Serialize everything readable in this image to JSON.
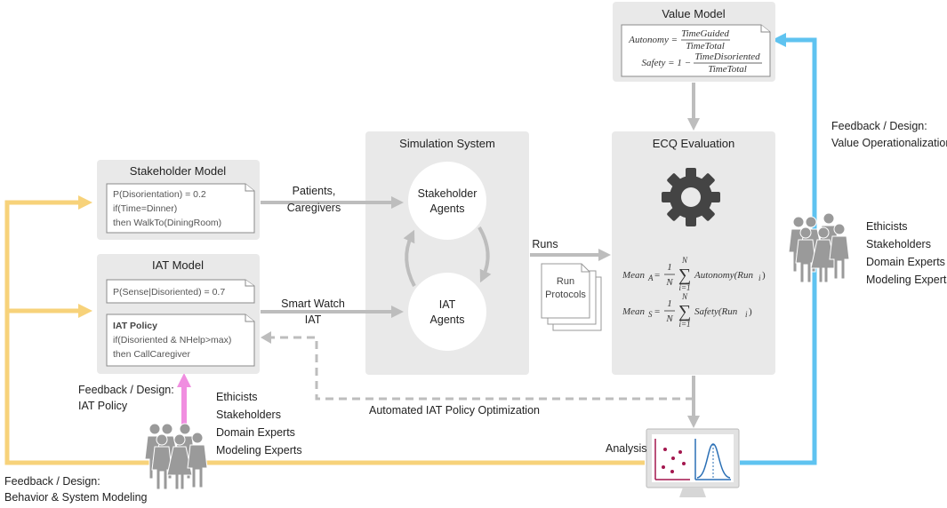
{
  "stakeholder_model": {
    "title": "Stakeholder Model",
    "lines": [
      "P(Disorientation) = 0.2",
      "if(Time=Dinner)",
      "then WalkTo(DiningRoom)"
    ]
  },
  "iat_model": {
    "title": "IAT Model",
    "line1": "P(Sense|Disoriented) = 0.7",
    "policy_title": "IAT Policy",
    "policy_lines": [
      "if(Disoriented & NHelp>max)",
      "then CallCaregiver"
    ]
  },
  "simulation": {
    "title": "Simulation System",
    "agent1": [
      "Stakeholder",
      "Agents"
    ],
    "agent2": [
      "IAT",
      "Agents"
    ]
  },
  "value_model": {
    "title": "Value Model",
    "autonomy_lhs": "Autonomy =",
    "autonomy_num": "TimeGuided",
    "autonomy_den": "TimeTotal",
    "safety_lhs": "Safety = 1 −",
    "safety_num": "TimeDisoriented",
    "safety_den": "TimeTotal"
  },
  "ecq": {
    "title": "ECQ Evaluation",
    "mean_a_lhs": "Mean",
    "mean_a_sub": "A",
    "mean_a_term": "Autonomy(Run",
    "mean_s_lhs": "Mean",
    "mean_s_sub": "S",
    "mean_s_term": "Safety(Run",
    "frac_num": "1",
    "frac_den": "N",
    "sum_top": "N",
    "sum_bottom": "i=1",
    "sum_symbol": "∑",
    "run_sub": "i",
    "close": ")"
  },
  "run_protocols": [
    "Run",
    "Protocols"
  ],
  "labels": {
    "patients": [
      "Patients,",
      "Caregivers"
    ],
    "smartwatch": [
      "Smart Watch",
      "IAT"
    ],
    "runs": "Runs",
    "automated": "Automated IAT Policy Optimization",
    "analysis": "Analysis",
    "fd_iat": [
      "Feedback / Design:",
      "IAT Policy"
    ],
    "fd_behavior": [
      "Feedback / Design:",
      "Behavior & System Modeling"
    ],
    "fd_value": [
      "Feedback / Design:",
      "Value Operationalization"
    ]
  },
  "groups": {
    "left": [
      "Ethicists",
      "Stakeholders",
      "Domain Experts",
      "Modeling Experts"
    ],
    "right": [
      "Ethicists",
      "Stakeholders",
      "Domain Experts",
      "Modeling Experts"
    ]
  },
  "colors": {
    "yellow": "#f7d27a",
    "blue": "#5fc3f0",
    "pink": "#f08ee0",
    "gray": "#bdbdbd",
    "analysis_points": "#a3174e",
    "analysis_curve": "#2a6fb5"
  },
  "icons": [
    "gear-icon",
    "people-group-icon",
    "monitor-analysis-icon",
    "document-stack-icon"
  ]
}
